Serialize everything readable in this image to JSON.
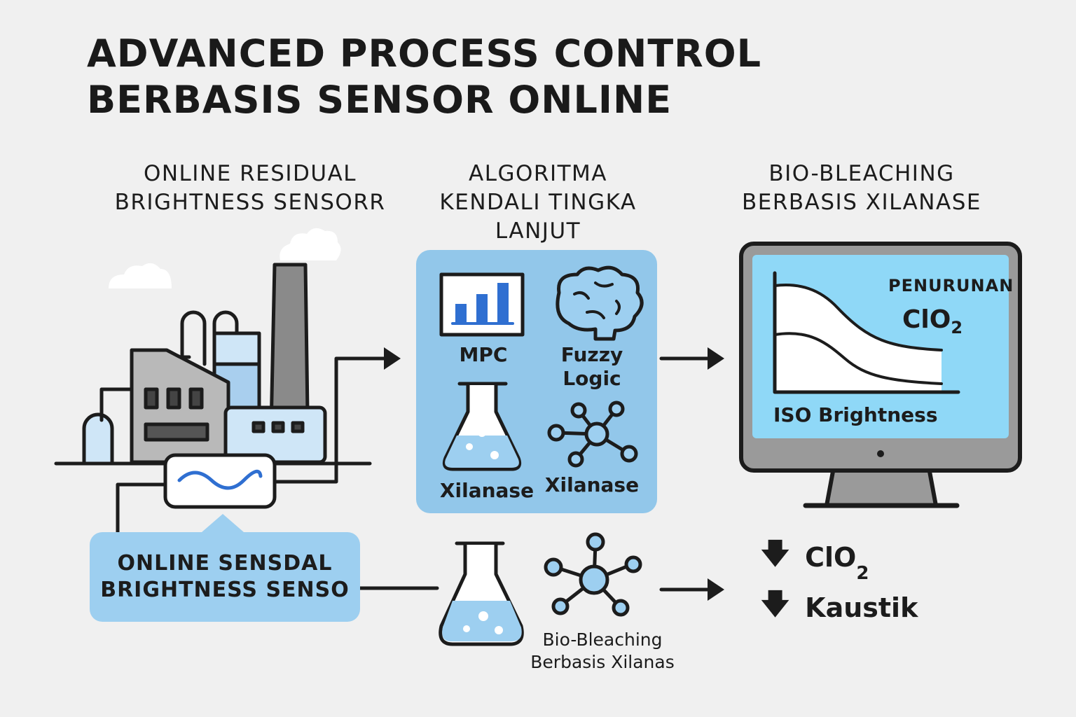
{
  "title": {
    "line1": "ADVANCED PROCESS CONTROL",
    "line2": "BERBASIS SENSOR ONLINE"
  },
  "columns": [
    {
      "line1": "ONLINE RESIDUAL",
      "line2": "BRIGHTNESS SENSORR"
    },
    {
      "line1": "ALGORITMA",
      "line2": "KENDALI TINGKA",
      "line3": "LANJUT"
    },
    {
      "line1": "BIO-BLEACHING",
      "line2": "BERBASIS XILANASE"
    }
  ],
  "algorithm_panel": {
    "items": [
      "MPC",
      "Fuzzy Logic",
      "Xilanase",
      "Xilanase"
    ],
    "fuzzy_line1": "Fuzzy",
    "fuzzy_line2": "Logic"
  },
  "monitor": {
    "label_top": "PENURUNAN",
    "label_chem": "ClO",
    "label_chem_sub": "2",
    "label_bottom": "ISO Brightness"
  },
  "sensor_callout": {
    "line1": "ONLINE SENSDAL",
    "line2": "BRIGHTNESS SENSO"
  },
  "bio_caption": {
    "line1": "Bio-Bleaching",
    "line2": "Berbasis Xilanas"
  },
  "effects": [
    {
      "arrow": "🡇",
      "text": "ClO",
      "sub": "2"
    },
    {
      "arrow": "🡇",
      "text": "Kaustik",
      "sub": ""
    }
  ],
  "colors": {
    "background": "#f0f0f0",
    "panel_blue": "#92c7ea",
    "light_blue": "#cfe6f7",
    "screen_blue": "#8fd8f7",
    "accent_blue": "#2f6fd1",
    "outline": "#1c1c1c",
    "gray": "#8a8a8a"
  }
}
